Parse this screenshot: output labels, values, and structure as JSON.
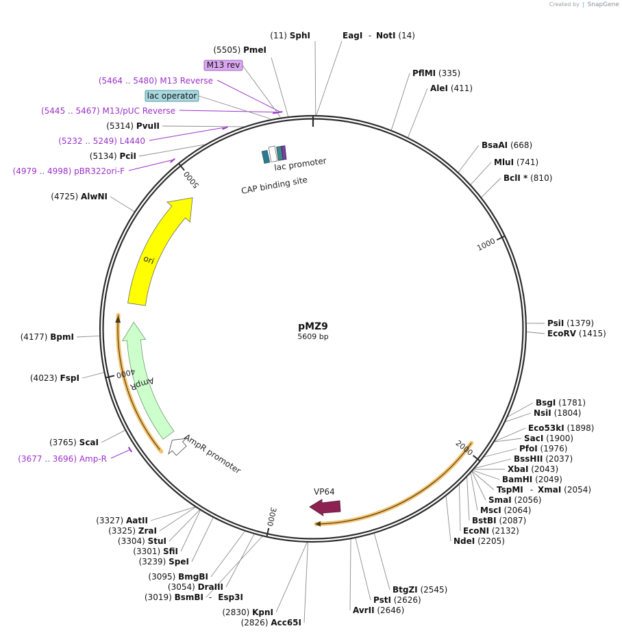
{
  "credit": {
    "prefix": "Created by",
    "brand": "SnapGene"
  },
  "plasmid": {
    "name": "pMZ9",
    "length_label": "5609 bp",
    "length": 5609
  },
  "ticks": [
    "1000",
    "2000",
    "3000",
    "4000",
    "5000"
  ],
  "enzymes": [
    {
      "name": "SphI",
      "pos": "(11)"
    },
    {
      "name": "EagI",
      "pos": ""
    },
    {
      "name": "NotI",
      "pos": "(14)"
    },
    {
      "name": "PflMI",
      "pos": "(335)"
    },
    {
      "name": "AleI",
      "pos": "(411)"
    },
    {
      "name": "BsaAI",
      "pos": "(668)"
    },
    {
      "name": "MluI",
      "pos": "(741)"
    },
    {
      "name": "BclI *",
      "pos": "(810)"
    },
    {
      "name": "PsiI",
      "pos": "(1379)"
    },
    {
      "name": "EcoRV",
      "pos": "(1415)"
    },
    {
      "name": "BsgI",
      "pos": "(1781)"
    },
    {
      "name": "NsiI",
      "pos": "(1804)"
    },
    {
      "name": "Eco53kI",
      "pos": "(1898)"
    },
    {
      "name": "SacI",
      "pos": "(1900)"
    },
    {
      "name": "PfoI",
      "pos": "(1976)"
    },
    {
      "name": "BssHII",
      "pos": "(2037)"
    },
    {
      "name": "XbaI",
      "pos": "(2043)"
    },
    {
      "name": "BamHI",
      "pos": "(2049)"
    },
    {
      "name": "TspMI",
      "pos": ""
    },
    {
      "name": "XmaI",
      "pos": "(2054)"
    },
    {
      "name": "SmaI",
      "pos": "(2056)"
    },
    {
      "name": "MscI",
      "pos": "(2064)"
    },
    {
      "name": "BstBI",
      "pos": "(2087)"
    },
    {
      "name": "EcoNI",
      "pos": "(2132)"
    },
    {
      "name": "NdeI",
      "pos": "(2205)"
    },
    {
      "name": "BtgZI",
      "pos": "(2545)"
    },
    {
      "name": "PstI",
      "pos": "(2626)"
    },
    {
      "name": "AvrII",
      "pos": "(2646)"
    },
    {
      "name": "KpnI",
      "pos": "(2830)"
    },
    {
      "name": "Acc65I",
      "pos": "(2826)"
    },
    {
      "name": "BsmBI",
      "pos": "(3019)"
    },
    {
      "name": "Esp3I",
      "pos": ""
    },
    {
      "name": "DraIII",
      "pos": "(3054)"
    },
    {
      "name": "BmgBI",
      "pos": "(3095)"
    },
    {
      "name": "SpeI",
      "pos": "(3239)"
    },
    {
      "name": "SfiI",
      "pos": "(3301)"
    },
    {
      "name": "StuI",
      "pos": "(3304)"
    },
    {
      "name": "ZraI",
      "pos": "(3325)"
    },
    {
      "name": "AatII",
      "pos": "(3327)"
    },
    {
      "name": "ScaI",
      "pos": "(3765)"
    },
    {
      "name": "FspI",
      "pos": "(4023)"
    },
    {
      "name": "BpmI",
      "pos": "(4177)"
    },
    {
      "name": "AlwNI",
      "pos": "(4725)"
    },
    {
      "name": "PciI",
      "pos": "(5134)"
    },
    {
      "name": "PvuII",
      "pos": "(5314)"
    },
    {
      "name": "PmeI",
      "pos": "(5505)"
    }
  ],
  "primers": [
    {
      "name": "M13 Reverse",
      "range": "(5464 .. 5480)"
    },
    {
      "name": "M13/pUC Reverse",
      "range": "(5445 .. 5467)"
    },
    {
      "name": "L4440",
      "range": "(5232 .. 5249)"
    },
    {
      "name": "pBR322ori-F",
      "range": "(4979 .. 4998)"
    },
    {
      "name": "Amp-R",
      "range": "(3677 .. 3696)"
    }
  ],
  "boxed_labels": [
    "M13 rev",
    "lac operator"
  ],
  "features": [
    "ori",
    "AmpR",
    "AmpR promoter",
    "VP64",
    "lac promoter",
    "CAP binding site"
  ],
  "colors": {
    "backbone": "#2b2b2b",
    "primer": "#9b30c9",
    "ori": "#ffff00",
    "ampr": "#ccffcc",
    "vp64": "#8b2252",
    "orf_outline": "#f5c26b",
    "m13_box": "#d9a7f0",
    "lac_box": "#a8d8e0",
    "lac_promoter": "#7b3fa0",
    "cap": "#2d7a8e",
    "lac_operator_feature": "#3a8a8a"
  }
}
